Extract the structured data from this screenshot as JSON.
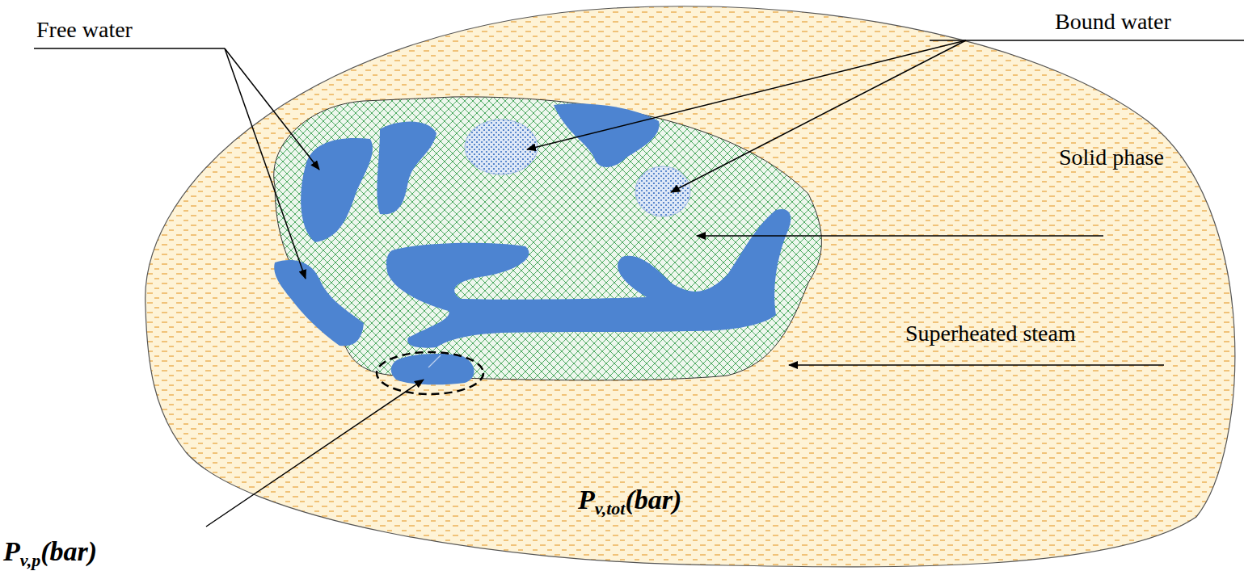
{
  "diagram": {
    "labels": [
      "Free water",
      "Bound water",
      "Solid phase",
      "Superheated steam",
      "Pv,tot(bar)",
      "Pv,p(bar)"
    ]
  }
}
